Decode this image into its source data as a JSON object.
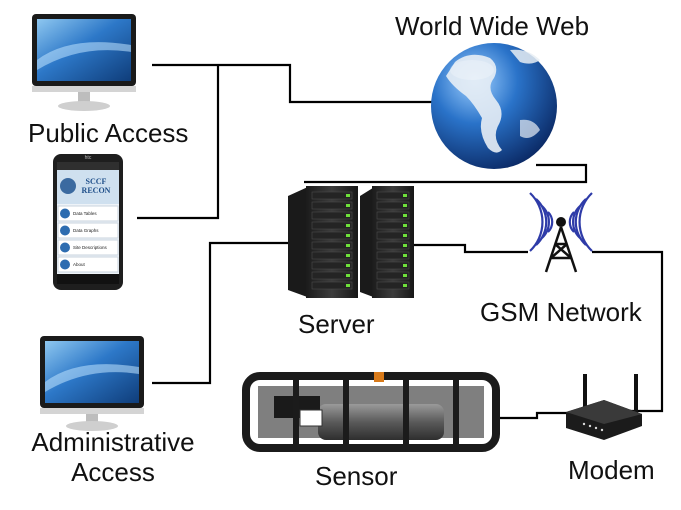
{
  "labels": {
    "www": "World Wide Web",
    "public_access": "Public Access",
    "server": "Server",
    "gsm_network": "GSM Network",
    "administrative_line1": "Administrative",
    "administrative_line2": "Access",
    "sensor": "Sensor",
    "modem": "Modem"
  },
  "phone_app": {
    "brand": "htc",
    "title": "SCCF",
    "subtitle": "RECON",
    "menu": [
      "Data Tables",
      "Data Graphs",
      "Site Descriptions",
      "About"
    ]
  },
  "icons": [
    "desktop-monitor-icon",
    "smartphone-icon",
    "globe-icon",
    "server-rack-icon",
    "radio-tower-icon",
    "router-icon",
    "sensor-instrument-icon"
  ],
  "colors": {
    "line": "#000000",
    "screen_blue": "#1d5fae",
    "globe_ocean": "#1f5fb8",
    "globe_land": "#e8eef5",
    "server_body": "#2b2b2b",
    "server_led": "#6ee03a",
    "signal_wave": "#2e3ba8"
  }
}
